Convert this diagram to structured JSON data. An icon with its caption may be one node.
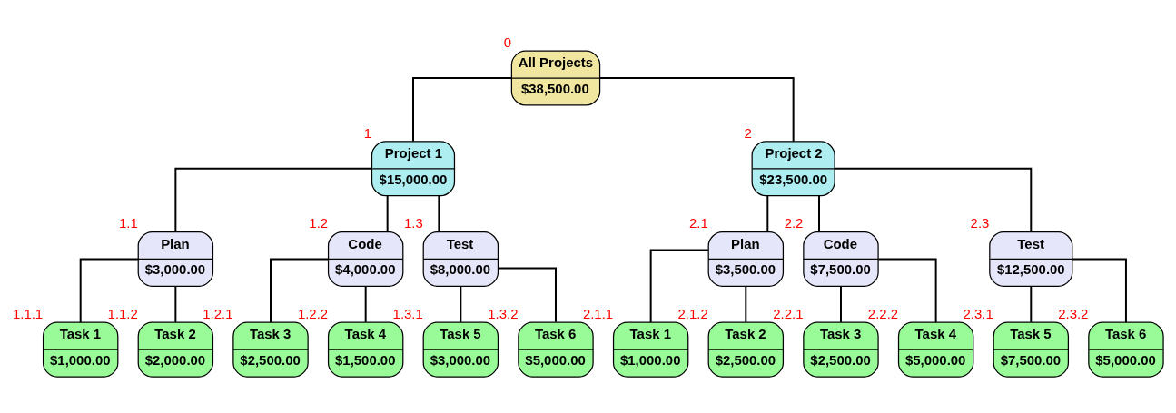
{
  "diagram": {
    "nodes": [
      {
        "text": [
          "All Projects",
          "$38,500.00"
        ],
        "beside": [
          "0"
        ]
      },
      {
        "text": [
          "Project 1",
          "$15,000.00"
        ],
        "beside": [
          "1"
        ]
      },
      {
        "text": [
          "Project 2",
          "$23,500.00"
        ],
        "beside": [
          "2"
        ]
      },
      {
        "text": [
          "Plan",
          "$3,000.00"
        ],
        "beside": [
          "1.1"
        ]
      },
      {
        "text": [
          "Code",
          "$4,000.00"
        ],
        "beside": [
          "1.2"
        ]
      },
      {
        "text": [
          "Test",
          "$8,000.00"
        ],
        "beside": [
          "1.3"
        ]
      },
      {
        "text": [
          "Plan",
          "$3,500.00"
        ],
        "beside": [
          "2.1"
        ]
      },
      {
        "text": [
          "Code",
          "$7,500.00"
        ],
        "beside": [
          "2.2"
        ]
      },
      {
        "text": [
          "Test",
          "$12,500.00"
        ],
        "beside": [
          "2.3"
        ]
      },
      {
        "text": [
          "Task 1",
          "$1,000.00"
        ],
        "beside": [
          "1.1.1"
        ]
      },
      {
        "text": [
          "Task 2",
          "$2,000.00"
        ],
        "beside": [
          "1.1.2"
        ]
      },
      {
        "text": [
          "Task 3",
          "$2,500.00"
        ],
        "beside": [
          "1.2.1"
        ]
      },
      {
        "text": [
          "Task 4",
          "$1,500.00"
        ],
        "beside": [
          "1.2.2"
        ]
      },
      {
        "text": [
          "Task 5",
          "$3,000.00"
        ],
        "beside": [
          "1.3.1"
        ]
      },
      {
        "text": [
          "Task 6",
          "$5,000.00"
        ],
        "beside": [
          "1.3.2"
        ]
      },
      {
        "text": [
          "Task 1",
          "$1,000.00"
        ],
        "beside": [
          "2.1.1"
        ]
      },
      {
        "text": [
          "Task 2",
          "$2,500.00"
        ],
        "beside": [
          "2.1.2"
        ]
      },
      {
        "text": [
          "Task 3",
          "$2,500.00"
        ],
        "beside": [
          "2.2.1"
        ]
      },
      {
        "text": [
          "Task 4",
          "$5,000.00"
        ],
        "beside": [
          "2.2.2"
        ]
      },
      {
        "text": [
          "Task 5",
          "$7,500.00"
        ],
        "beside": [
          "2.3.1"
        ]
      },
      {
        "text": [
          "Task 6",
          "$5,000.00"
        ],
        "beside": [
          "2.3.2"
        ]
      }
    ],
    "edges": [
      {
        "from": 0,
        "to": 1,
        "arrow": "none"
      },
      {
        "from": 0,
        "to": 2,
        "arrow": "none"
      },
      {
        "from": 1,
        "to": 3,
        "arrow": "none"
      },
      {
        "from": 1,
        "to": 4,
        "arrow": "none"
      },
      {
        "from": 1,
        "to": 5,
        "arrow": "none"
      },
      {
        "from": 2,
        "to": 6,
        "arrow": "none"
      },
      {
        "from": 2,
        "to": 7,
        "arrow": "none"
      },
      {
        "from": 2,
        "to": 8,
        "arrow": "none"
      },
      {
        "from": 3,
        "to": 9,
        "arrow": "none"
      },
      {
        "from": 3,
        "to": 10,
        "arrow": "none"
      },
      {
        "from": 4,
        "to": 11,
        "arrow": "none"
      },
      {
        "from": 4,
        "to": 12,
        "arrow": "none"
      },
      {
        "from": 5,
        "to": 13,
        "arrow": "none"
      },
      {
        "from": 5,
        "to": 14,
        "arrow": "none"
      },
      {
        "from": 6,
        "to": 15,
        "arrow": "none"
      },
      {
        "from": 6,
        "to": 16,
        "arrow": "none"
      },
      {
        "from": 7,
        "to": 17,
        "arrow": "none"
      },
      {
        "from": 7,
        "to": 18,
        "arrow": "none"
      },
      {
        "from": 8,
        "to": 19,
        "arrow": "none"
      },
      {
        "from": 8,
        "to": 20,
        "arrow": "none"
      }
    ]
  }
}
